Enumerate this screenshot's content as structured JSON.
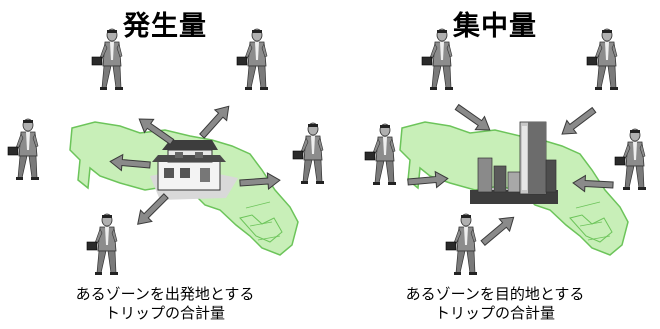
{
  "left": {
    "title": "発生量",
    "caption_line1": "あるゾーンを出発地とする",
    "caption_line2": "トリップの合計量"
  },
  "right": {
    "title": "集中量",
    "caption_line1": "あるゾーンを目的地とする",
    "caption_line2": "トリップの合計量"
  },
  "colors": {
    "zone_fill": "#c8efb8",
    "zone_stroke": "#6cc45a",
    "arrow_fill": "#8a8a8a",
    "arrow_stroke": "#3a3a3a",
    "suit": "#8c8c8c",
    "suit_dark": "#3c3c3c"
  },
  "icons": [
    "businessman-icon",
    "house-icon",
    "skyscraper-icon",
    "zone-map-icon",
    "arrow-icon"
  ]
}
